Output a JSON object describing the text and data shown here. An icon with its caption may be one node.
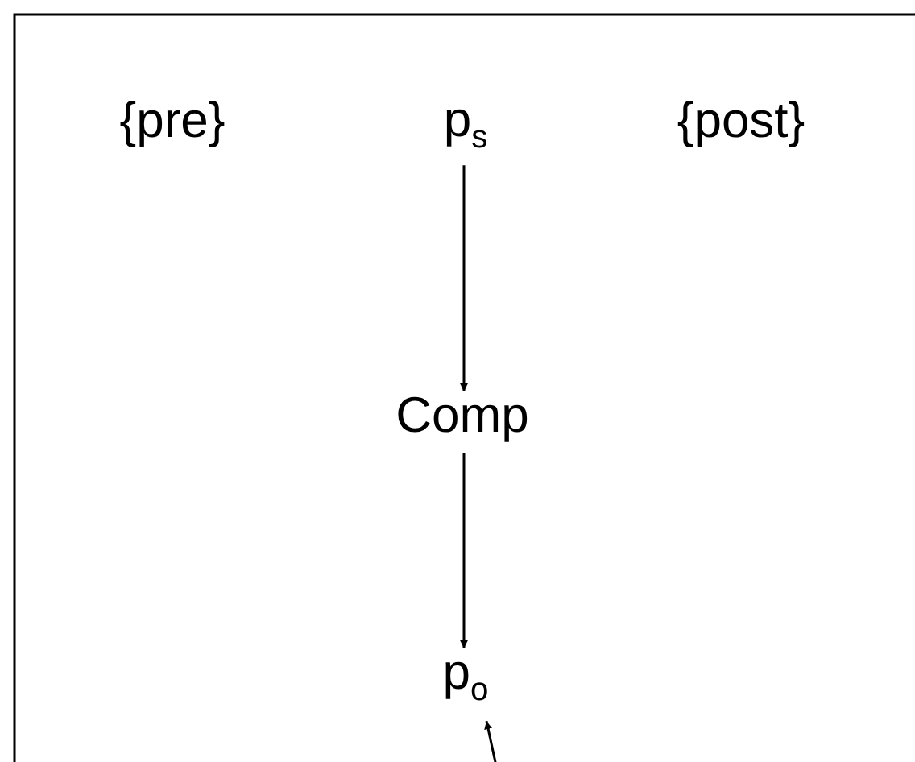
{
  "diagram": {
    "nodes": [
      {
        "text": [
          "{pre}"
        ]
      },
      {
        "text": [
          "p$_{s}$"
        ]
      },
      {
        "text": [
          "{post}"
        ]
      },
      {
        "text": [
          "Comp"
        ]
      },
      {
        "text": [
          "p$_{o}$"
        ]
      }
    ],
    "edges": [
      {
        "from": 1,
        "to": 3,
        "arrow": "to"
      },
      {
        "from": 3,
        "to": 4,
        "arrow": "to"
      },
      {
        "from": null,
        "to": 4,
        "arrow": "to"
      }
    ]
  }
}
